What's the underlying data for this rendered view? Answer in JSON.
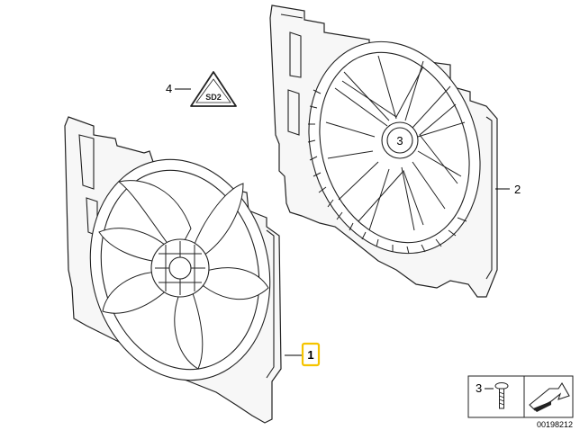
{
  "callouts": {
    "fan_assembly": "1",
    "fan_shroud": "2",
    "screw_center": "3",
    "sticker": "4",
    "fastener_legend": "3"
  },
  "sticker_label": "SD2",
  "reference_number": "00198212",
  "colors": {
    "highlight_box": "#f5c400",
    "line": "#222222"
  }
}
